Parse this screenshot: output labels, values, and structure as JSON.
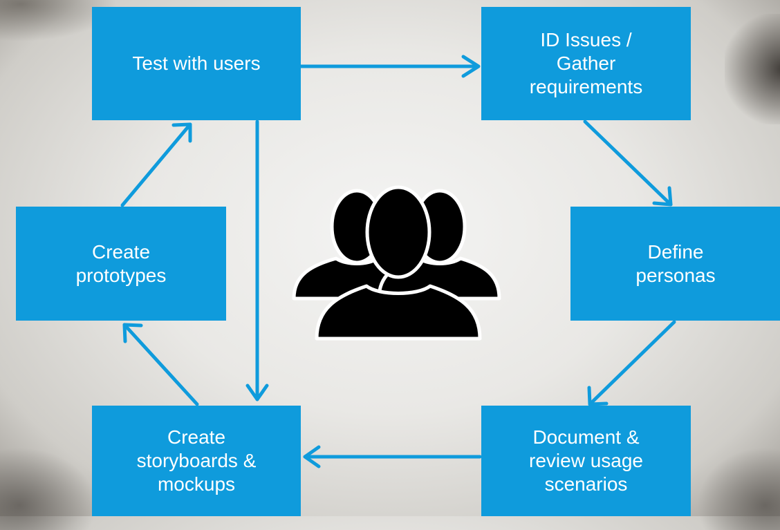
{
  "diagram": {
    "title": "",
    "accent_color": "#0f9bdc",
    "center_icon": "users-group-icon",
    "steps": {
      "test": "Test with users",
      "identify": "ID Issues  /\nGather\nrequirements",
      "prototypes": "Create\nprototypes",
      "personas": "Define\npersonas",
      "storyboards": "Create\nstoryboards &\nmockups",
      "document": "Document &\nreview usage\nscenarios"
    },
    "flow": [
      {
        "from": "Test with users",
        "to": "ID Issues / Gather requirements"
      },
      {
        "from": "ID Issues / Gather requirements",
        "to": "Define personas"
      },
      {
        "from": "Define personas",
        "to": "Document & review usage scenarios"
      },
      {
        "from": "Document & review usage scenarios",
        "to": "Create storyboards & mockups"
      },
      {
        "from": "Create storyboards & mockups",
        "to": "Create prototypes"
      },
      {
        "from": "Create prototypes",
        "to": "Test with users"
      },
      {
        "from": "Test with users",
        "to": "Create storyboards & mockups"
      }
    ]
  }
}
